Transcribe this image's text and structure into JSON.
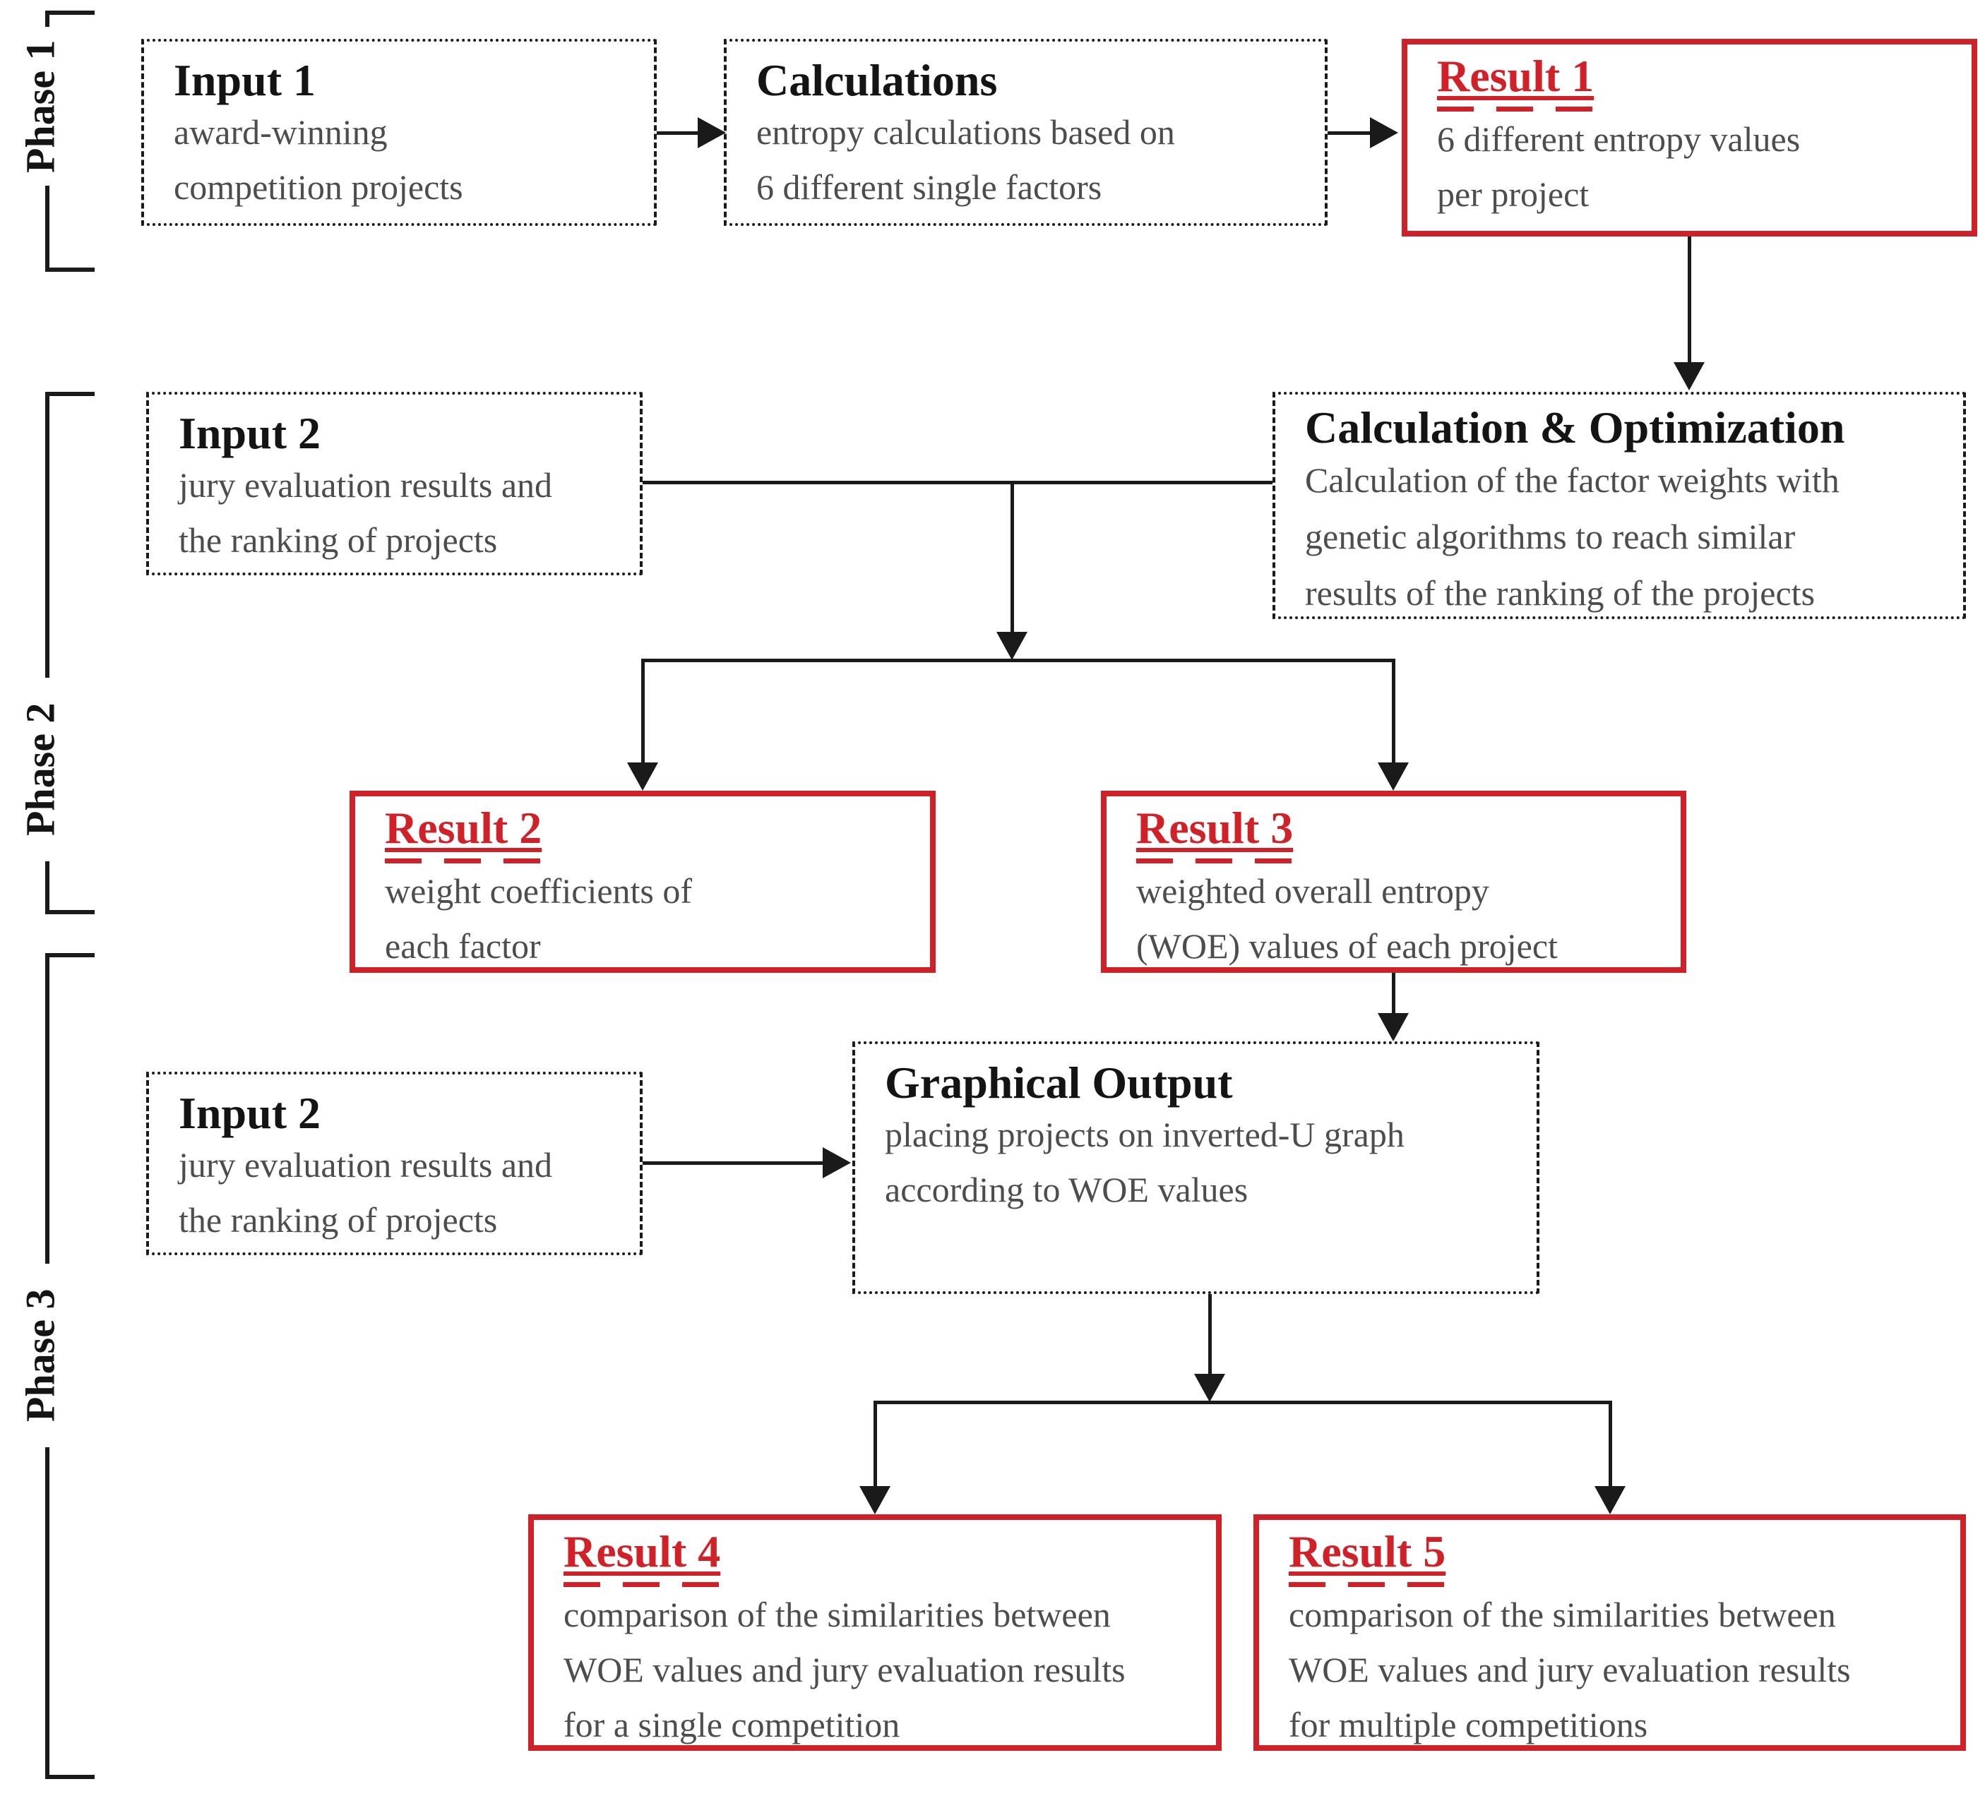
{
  "diagram": {
    "phases": [
      {
        "label": "Phase 1"
      },
      {
        "label": "Phase 2"
      },
      {
        "label": "Phase 3"
      }
    ],
    "boxes": {
      "input1": {
        "title": "Input 1",
        "lines": [
          "award-winning",
          "competition projects"
        ]
      },
      "calculations": {
        "title": "Calculations",
        "lines": [
          "entropy calculations based on",
          "6 different single factors"
        ]
      },
      "result1": {
        "title": "Result 1",
        "lines": [
          "6 different entropy values",
          "per project"
        ]
      },
      "input2_phase2": {
        "title": "Input 2",
        "lines": [
          "jury evaluation results and",
          "the ranking of projects"
        ]
      },
      "calc_opt": {
        "title": "Calculation & Optimization",
        "lines": [
          "Calculation of the factor weights with",
          "genetic algorithms to reach similar",
          "results of the ranking of the projects"
        ]
      },
      "result2": {
        "title": "Result 2",
        "lines": [
          "weight coefficients of",
          "each factor"
        ]
      },
      "result3": {
        "title": "Result 3",
        "lines": [
          "weighted overall entropy",
          "(WOE) values of each project"
        ]
      },
      "input2_phase3": {
        "title": "Input 2",
        "lines": [
          "jury evaluation results and",
          "the ranking of projects"
        ]
      },
      "graphical_output": {
        "title": "Graphical Output",
        "lines": [
          "placing projects on inverted-U graph",
          "according to WOE values"
        ]
      },
      "result4": {
        "title": "Result 4",
        "lines": [
          "comparison of the similarities between",
          "WOE values and jury evaluation results",
          "for a single competition"
        ]
      },
      "result5": {
        "title": "Result 5",
        "lines": [
          "comparison of the similarities between",
          "WOE values and jury evaluation results",
          "for multiple competitions"
        ]
      }
    },
    "colors": {
      "result_border": "#cf2127",
      "result_title": "#cf2127",
      "dotted_border": "#1a1a1a",
      "body_text": "#4d4d4d",
      "title_text": "#141414",
      "line": "#1a1a1a",
      "bg": "#ffffff"
    }
  }
}
